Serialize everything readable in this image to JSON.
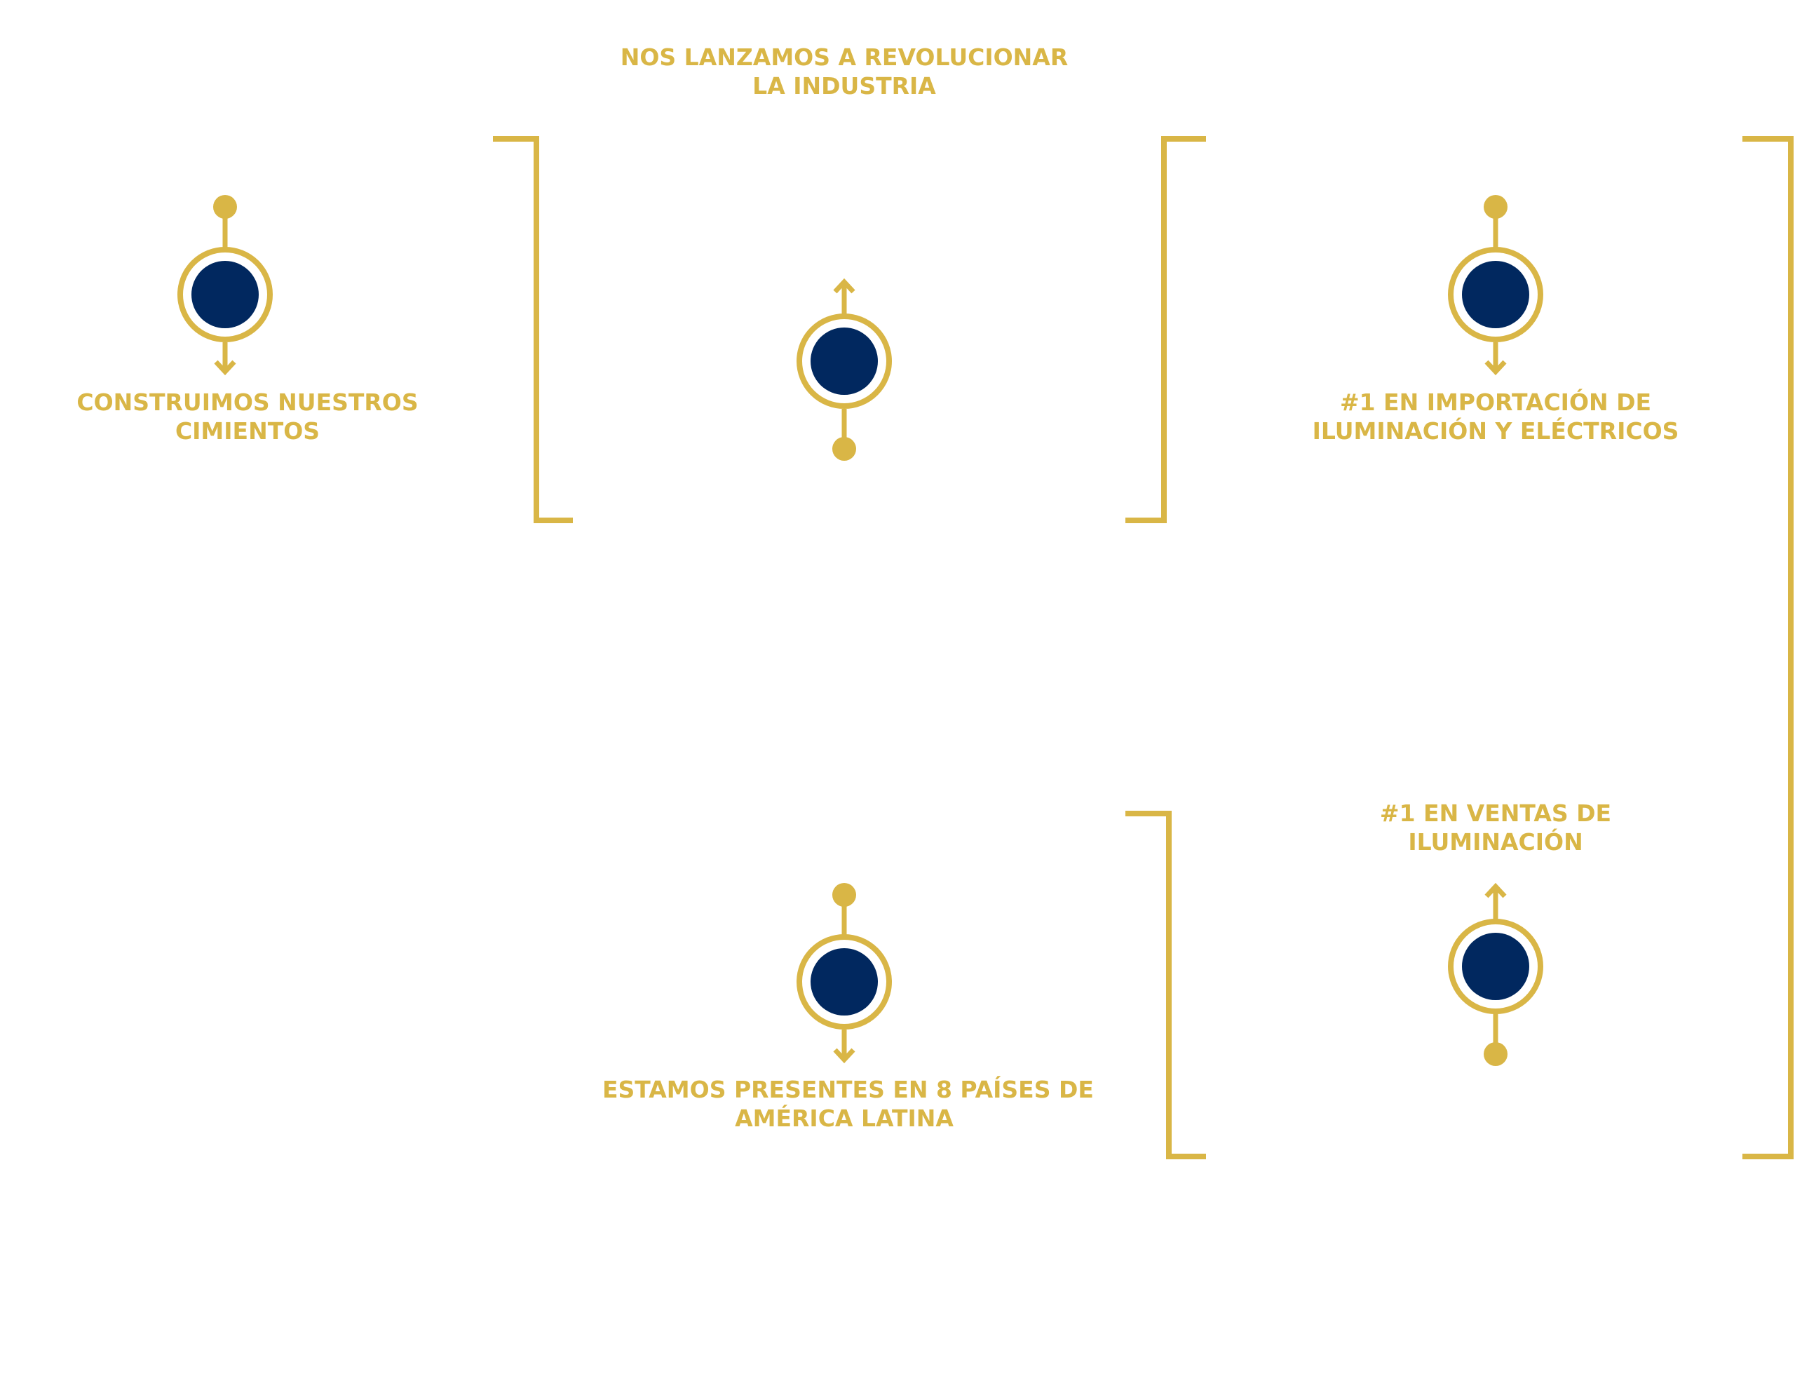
{
  "colors": {
    "accent": "#d9b646",
    "node": "#01285f",
    "background": "#ffffff"
  },
  "milestones": [
    {
      "id": "construimos",
      "lines": [
        "CONSTRUIMOS NUESTROS",
        "CIMIENTOS"
      ],
      "connector": "top-dot-bottom-arrow"
    },
    {
      "id": "nos-lanzamos",
      "lines": [
        "NOS LANZAMOS A REVOLUCIONAR",
        "LA INDUSTRIA"
      ],
      "connector": "top-arrow-bottom-dot"
    },
    {
      "id": "importacion",
      "lines": [
        "#1 EN IMPORTACIÓN DE",
        "ILUMINACIÓN Y ELÉCTRICOS"
      ],
      "connector": "top-dot-bottom-arrow"
    },
    {
      "id": "ventas",
      "lines": [
        "#1 EN VENTAS DE",
        "ILUMINACIÓN"
      ],
      "connector": "top-arrow-bottom-dot"
    },
    {
      "id": "presentes",
      "lines": [
        "ESTAMOS PRESENTES EN 8 PAÍSES DE",
        "AMÉRICA LATINA"
      ],
      "connector": "top-dot-bottom-arrow"
    }
  ]
}
